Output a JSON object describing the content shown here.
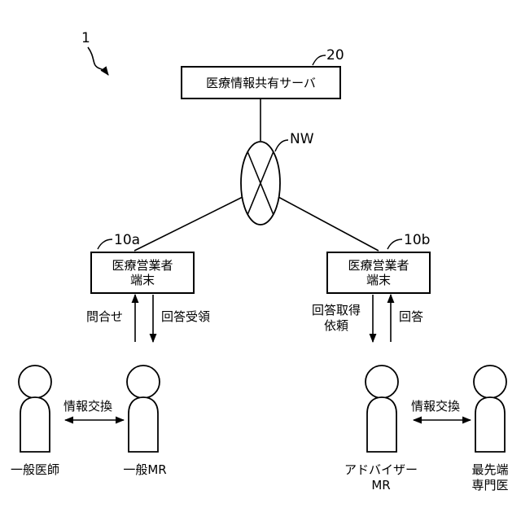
{
  "figure_number": "1",
  "server": {
    "label": "医療情報共有サーバ",
    "ref": "20"
  },
  "network": {
    "ref": "NW"
  },
  "terminal_a": {
    "line1": "医療営業者",
    "line2": "端末",
    "ref": "10a"
  },
  "terminal_b": {
    "line1": "医療営業者",
    "line2": "端末",
    "ref": "10b"
  },
  "left_flow": {
    "up_label": "問合せ",
    "down_label": "回答受領"
  },
  "right_flow": {
    "down_label_line1": "回答取得",
    "down_label_line2": "依頼",
    "up_label": "回答"
  },
  "left_exchange": {
    "label": "情報交換"
  },
  "right_exchange": {
    "label": "情報交換"
  },
  "persons": {
    "general_doctor": {
      "label": "一般医師"
    },
    "general_mr": {
      "label": "一般MR"
    },
    "advisor_mr": {
      "line1": "アドバイザー",
      "line2": "MR"
    },
    "specialist": {
      "line1": "最先端",
      "line2": "専門医"
    }
  }
}
